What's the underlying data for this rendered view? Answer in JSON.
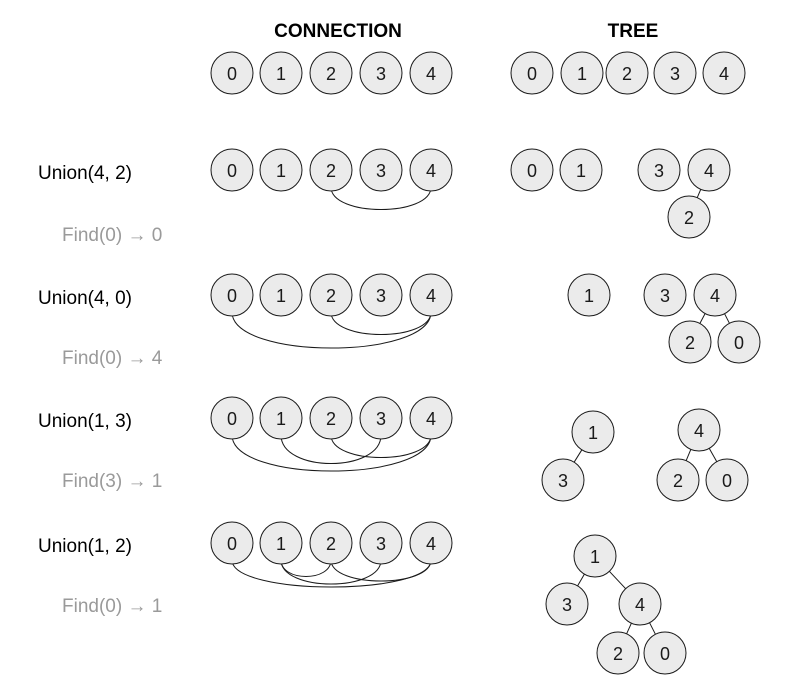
{
  "headers": {
    "connection": "CONNECTION",
    "tree": "TREE"
  },
  "initial": {
    "connection_nodes": [
      "0",
      "1",
      "2",
      "3",
      "4"
    ],
    "tree_nodes": [
      "0",
      "1",
      "2",
      "3",
      "4"
    ]
  },
  "steps": [
    {
      "union": "Union(4, 2)",
      "find": "Find(0) → 0",
      "connection_nodes": [
        "0",
        "1",
        "2",
        "3",
        "4"
      ],
      "connections": [
        [
          "2",
          "4"
        ]
      ],
      "tree_nodes": [
        "0",
        "1",
        "3",
        "4",
        "2"
      ],
      "tree_edges": [
        [
          "4",
          "2"
        ]
      ]
    },
    {
      "union": "Union(4, 0)",
      "find": "Find(0) → 4",
      "connection_nodes": [
        "0",
        "1",
        "2",
        "3",
        "4"
      ],
      "connections": [
        [
          "0",
          "4"
        ],
        [
          "2",
          "4"
        ]
      ],
      "tree_nodes": [
        "1",
        "3",
        "4",
        "2",
        "0"
      ],
      "tree_edges": [
        [
          "4",
          "2"
        ],
        [
          "4",
          "0"
        ]
      ]
    },
    {
      "union": "Union(1, 3)",
      "find": "Find(3) → 1",
      "connection_nodes": [
        "0",
        "1",
        "2",
        "3",
        "4"
      ],
      "connections": [
        [
          "0",
          "4"
        ],
        [
          "1",
          "3"
        ],
        [
          "2",
          "4"
        ]
      ],
      "tree_nodes": [
        "1",
        "3",
        "4",
        "2",
        "0"
      ],
      "tree_edges": [
        [
          "1",
          "3"
        ],
        [
          "4",
          "2"
        ],
        [
          "4",
          "0"
        ]
      ]
    },
    {
      "union": "Union(1, 2)",
      "find": "Find(0) → 1",
      "connection_nodes": [
        "0",
        "1",
        "2",
        "3",
        "4"
      ],
      "connections": [
        [
          "0",
          "4"
        ],
        [
          "1",
          "3"
        ],
        [
          "2",
          "4"
        ],
        [
          "1",
          "2"
        ]
      ],
      "tree_nodes": [
        "1",
        "3",
        "4",
        "2",
        "0"
      ],
      "tree_edges": [
        [
          "1",
          "3"
        ],
        [
          "1",
          "4"
        ],
        [
          "4",
          "2"
        ],
        [
          "4",
          "0"
        ]
      ]
    }
  ]
}
